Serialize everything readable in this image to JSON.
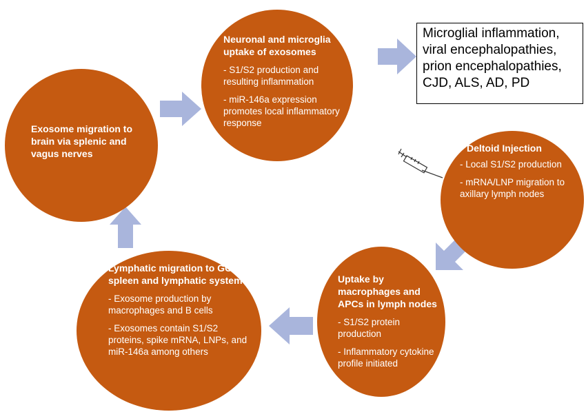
{
  "colors": {
    "node_fill": "#c55a11",
    "node_text": "#ffffff",
    "arrow_fill": "#a9b5dc",
    "outcome_border": "#000000"
  },
  "icons": {
    "injection": "syringe-icon"
  },
  "nodes": {
    "deltoid": {
      "title": "Deltoid Injection",
      "items": [
        "- Local S1/S2 production",
        "- mRNA/LNP migration to axillary lymph nodes"
      ]
    },
    "lymph_node_uptake": {
      "title": "Uptake by macrophages and APCs in lymph nodes",
      "items": [
        "- S1/S2 protein production",
        "- Inflammatory cytokine profile initiated"
      ]
    },
    "lymphatic_migration": {
      "title": "Lymphatic migration to GCs in spleen and lymphatic system",
      "items": [
        "- Exosome production by macrophages and B cells",
        "- Exosomes contain S1/S2 proteins, spike mRNA, LNPs, and miR-146a among others"
      ]
    },
    "brain_migration": {
      "title": "Exosome migration to brain via splenic and vagus nerves"
    },
    "neuronal_uptake": {
      "title": "Neuronal and microglia uptake of exosomes",
      "items": [
        "- S1/S2 production and resulting inflammation",
        "- miR-146a expression promotes local inflammatory response"
      ]
    }
  },
  "outcome": {
    "lines": [
      "Microglial inflammation,",
      "viral encephalopathies,",
      "prion encephalopathies,",
      "CJD, ALS, AD, PD"
    ]
  }
}
